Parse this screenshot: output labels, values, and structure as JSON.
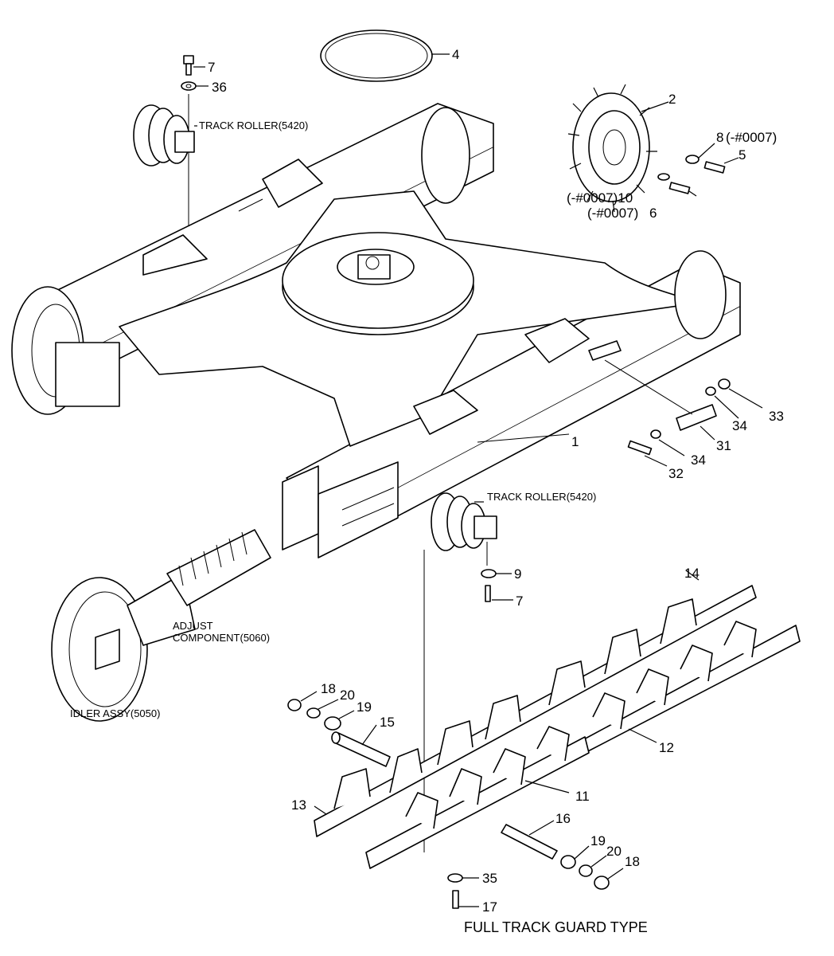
{
  "labels": {
    "p1": "1",
    "p2": "2",
    "p4": "4",
    "p5": "5",
    "p6": "6",
    "p7a": "7",
    "p7b": "7",
    "p8": "8",
    "p8note": "(-#0007)",
    "p9": "9",
    "p10": "(-#0007)10",
    "p6note": "(-#0007)",
    "p11": "11",
    "p12": "12",
    "p13": "13",
    "p14": "14",
    "p15": "15",
    "p16": "16",
    "p17": "17",
    "p18a": "18",
    "p18b": "18",
    "p19a": "19",
    "p19b": "19",
    "p20a": "20",
    "p20b": "20",
    "p31": "31",
    "p32": "32",
    "p33": "33",
    "p34a": "34",
    "p34b": "34",
    "p35": "35",
    "p36": "36"
  },
  "components": {
    "track_roller_top": "TRACK ROLLER(5420)",
    "track_roller_mid": "TRACK ROLLER(5420)",
    "adjust_line1": "ADJUST",
    "adjust_line2": "COMPONENT(5060)",
    "idler": "IDLER ASSY(5050)"
  },
  "caption": "FULL TRACK GUARD TYPE"
}
